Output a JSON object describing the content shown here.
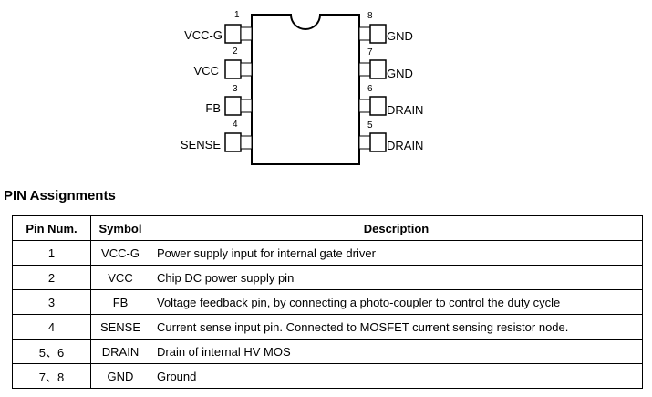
{
  "diagram": {
    "left_pins": [
      {
        "num": "1",
        "label": "VCC-G"
      },
      {
        "num": "2",
        "label": "VCC"
      },
      {
        "num": "3",
        "label": "FB"
      },
      {
        "num": "4",
        "label": "SENSE"
      }
    ],
    "right_pins": [
      {
        "num": "8",
        "label": "GND"
      },
      {
        "num": "7",
        "label": "GND"
      },
      {
        "num": "6",
        "label": "DRAIN"
      },
      {
        "num": "5",
        "label": "DRAIN"
      }
    ]
  },
  "section_title": "PIN Assignments",
  "table": {
    "headers": [
      "Pin Num.",
      "Symbol",
      "Description"
    ],
    "rows": [
      {
        "pin": "1",
        "symbol": "VCC-G",
        "description": "Power supply input for internal gate driver"
      },
      {
        "pin": "2",
        "symbol": "VCC",
        "description": "Chip DC power supply pin"
      },
      {
        "pin": "3",
        "symbol": "FB",
        "description": "Voltage feedback pin, by connecting a photo-coupler to control the duty cycle"
      },
      {
        "pin": "4",
        "symbol": "SENSE",
        "description": "Current sense input pin. Connected to MOSFET current sensing resistor node."
      },
      {
        "pin": "5、6",
        "symbol": "DRAIN",
        "description": "Drain of internal HV MOS"
      },
      {
        "pin": "7、8",
        "symbol": "GND",
        "description": "Ground"
      }
    ]
  }
}
